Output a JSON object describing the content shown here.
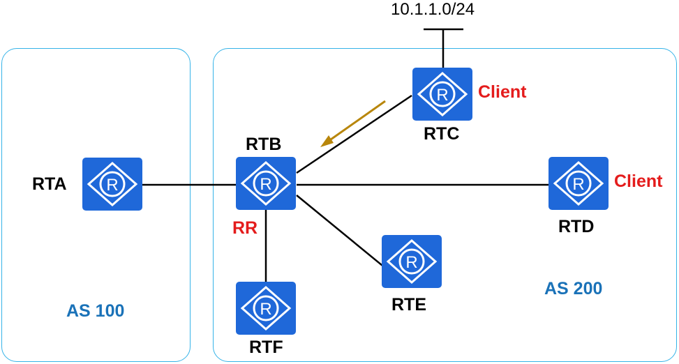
{
  "network": {
    "prefix": "10.1.1.0/24"
  },
  "as_boxes": {
    "as100": "AS 100",
    "as200": "AS 200"
  },
  "routers": {
    "rta": "RTA",
    "rtb": "RTB",
    "rtc": "RTC",
    "rtd": "RTD",
    "rte": "RTE",
    "rtf": "RTF"
  },
  "roles": {
    "rtb": "RR",
    "rtc": "Client",
    "rtd": "Client"
  },
  "colors": {
    "router_fill": "#1f68d9",
    "as_border": "#35b3e8",
    "role_text": "#e41c1c",
    "as_text": "#1a72b8",
    "arrow": "#b8860b"
  }
}
